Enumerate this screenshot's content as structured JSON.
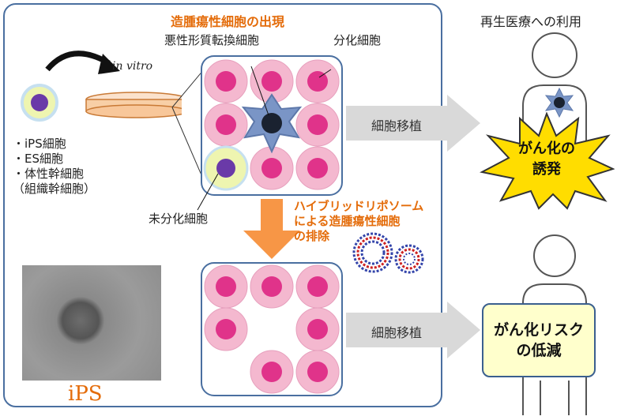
{
  "panel": {
    "title": "造腫瘍性細胞の出現",
    "malignant_label": "悪性形質転換細胞",
    "differentiated_label": "分化細胞",
    "invitro_label": "in vitro",
    "cell_types": [
      "・iPS細胞",
      "・ES細胞",
      "・体性幹細胞",
      "（組織幹細胞）"
    ],
    "undifferentiated_label": "未分化細胞",
    "removal_text": [
      "ハイブリッドリポソーム",
      "による造腫瘍性細胞",
      "の排除"
    ],
    "ips_photo_caption": "iPS"
  },
  "right": {
    "heading": "再生医療への利用",
    "transplant_label_top": "細胞移植",
    "transplant_label_bottom": "細胞移植",
    "cancer_burst": [
      "がん化の",
      "誘発"
    ],
    "reduced_risk": [
      "がん化リスク",
      "の低減"
    ]
  },
  "colors": {
    "border": "#4a6fa0",
    "accent_orange": "#f79646",
    "title_orange": "#e46c0a",
    "cell_pink": "#f4b8cf",
    "nucleus_magenta": "#e0338a",
    "burst_yellow": "#ffdd00"
  }
}
